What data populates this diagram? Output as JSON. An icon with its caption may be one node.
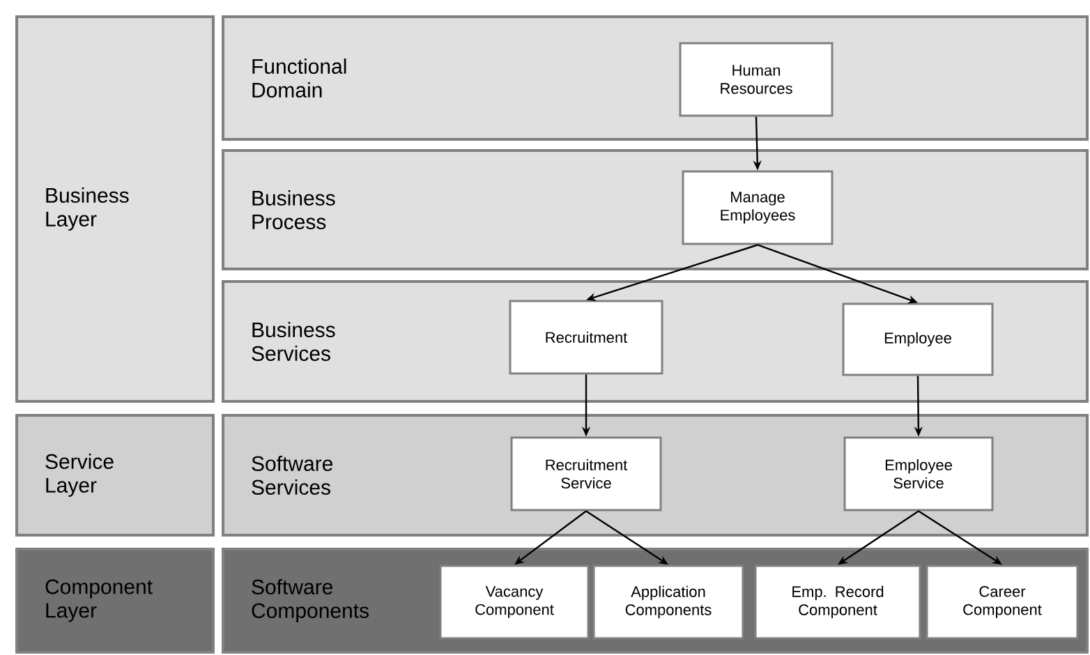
{
  "diagram": {
    "nodes": [
      {
        "text": [
          "Business Layer"
        ]
      },
      {
        "text": [
          "Functional Domain"
        ]
      },
      {
        "text": [
          "Human Resources"
        ],
        "in": 1
      },
      {
        "text": [
          "Business Process"
        ]
      },
      {
        "text": [
          "Manage Employees"
        ],
        "in": 3
      },
      {
        "text": [
          "Business Services"
        ]
      },
      {
        "text": [
          "Recruitment"
        ],
        "in": 5
      },
      {
        "text": [
          "Employee"
        ],
        "in": 5
      },
      {
        "text": [
          "Service Layer"
        ]
      },
      {
        "text": [
          "Software Services"
        ]
      },
      {
        "text": [
          "Recruitment Service"
        ],
        "in": 9
      },
      {
        "text": [
          "Employee Service"
        ],
        "in": 9
      },
      {
        "text": [
          "Component Layer"
        ]
      },
      {
        "text": [
          "Software Components"
        ]
      },
      {
        "text": [
          "Vacancy Component"
        ],
        "in": 13
      },
      {
        "text": [
          "Application Components"
        ],
        "in": 13
      },
      {
        "text": [
          "Emp. Record Component"
        ],
        "in": 13
      },
      {
        "text": [
          "Career Component"
        ],
        "in": 13
      }
    ],
    "edges": [
      {
        "from": 2,
        "to": 4,
        "arrow": "to"
      },
      {
        "from": 4,
        "to": 6,
        "arrow": "to"
      },
      {
        "from": 4,
        "to": 7,
        "arrow": "to"
      },
      {
        "from": 6,
        "to": 10,
        "arrow": "to"
      },
      {
        "from": 7,
        "to": 11,
        "arrow": "to"
      },
      {
        "from": 10,
        "to": 14,
        "arrow": "to"
      },
      {
        "from": 10,
        "to": 15,
        "arrow": "to"
      },
      {
        "from": 11,
        "to": 16,
        "arrow": "to"
      },
      {
        "from": 11,
        "to": 17,
        "arrow": "to"
      }
    ]
  }
}
